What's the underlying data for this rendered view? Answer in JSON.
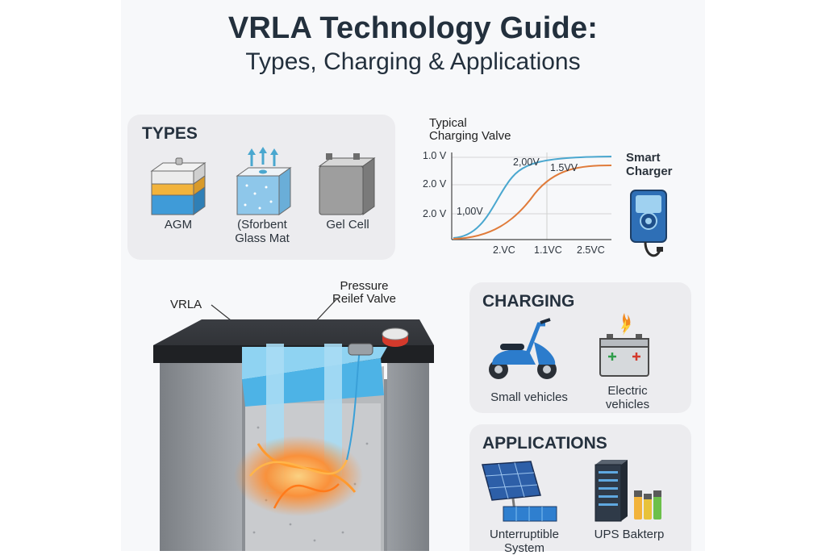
{
  "header": {
    "title": "VRLA Technology Guide:",
    "subtitle": "Types, Charging & Applications"
  },
  "types": {
    "heading": "TYPES",
    "items": [
      {
        "label": "AGM",
        "icon": "agm-battery-icon"
      },
      {
        "label": "(Sforbent\nGlass Mat",
        "icon": "absorbent-glass-mat-icon"
      },
      {
        "label": "Gel Cell",
        "icon": "gel-cell-battery-icon"
      }
    ]
  },
  "charging_chart": {
    "title_line1": "Typical",
    "title_line2": "Charging Valve",
    "y_ticks": [
      "1.0 V",
      "2.0 V",
      "2.0 V"
    ],
    "x_ticks": [
      "2.VC",
      "1.1VC",
      "2.5VC"
    ],
    "annotations": [
      "2,00V",
      "1.5VV",
      "1,00V"
    ],
    "colors": {
      "blue": "#4aa7cf",
      "orange": "#e07b3a"
    }
  },
  "smart_charger": {
    "line1": "Smart",
    "line2": "Charger"
  },
  "diagram": {
    "vrla_label": "VRLA",
    "valve_line1": "Pressure",
    "valve_line2": "Reilef Valve"
  },
  "charging": {
    "heading": "CHARGING",
    "items": [
      {
        "label": "Small vehicles",
        "icon": "scooter-icon"
      },
      {
        "label": "Electric\nvehicles",
        "icon": "battery-charge-icon"
      }
    ]
  },
  "applications": {
    "heading": "APPLICATIONS",
    "items": [
      {
        "label": "Unterruptible\nSystem",
        "icon": "solar-panel-icon"
      },
      {
        "label": "UPS Bakterp",
        "icon": "server-rack-icon"
      }
    ]
  }
}
